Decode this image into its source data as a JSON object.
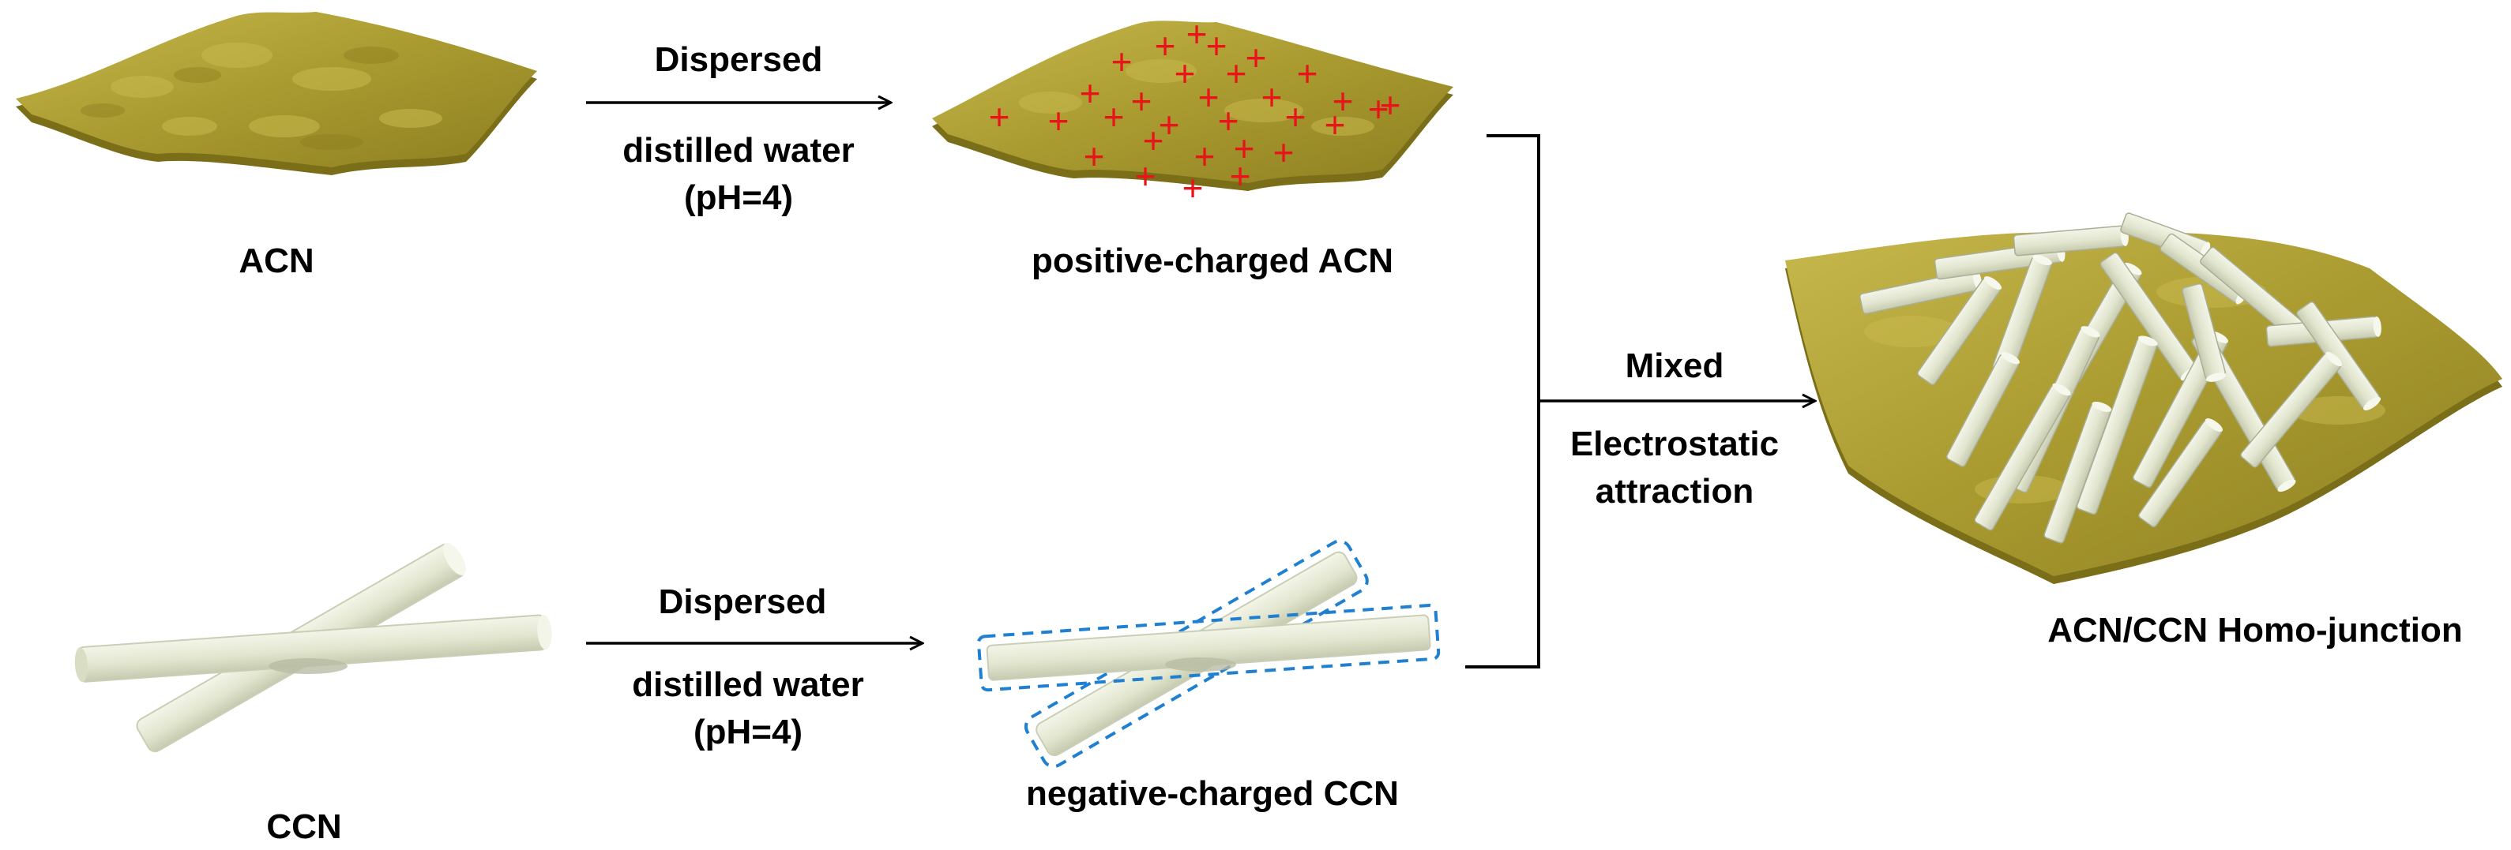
{
  "labels": {
    "acn": "ACN",
    "positive_acn": "positive-charged ACN",
    "ccn": "CCN",
    "negative_ccn": "negative-charged CCN",
    "homo_junction": "ACN/CCN Homo-junction"
  },
  "arrow_top": {
    "above": "Dispersed",
    "below_1": "distilled water",
    "below_2": "(pH=4)"
  },
  "arrow_bottom": {
    "above": "Dispersed",
    "below_1": "distilled water",
    "below_2": "(pH=4)"
  },
  "arrow_mix": {
    "above": "Mixed",
    "below_1": "Electrostatic",
    "below_2": "attraction"
  },
  "charge_symbol": "+",
  "colors": {
    "sheet": "#a99a30",
    "sheet_light": "#c9ba4e",
    "sheet_dark": "#7a6e18",
    "rod": "#e7ebd6",
    "rod_shade": "#b8bda4",
    "charge_plus": "#e8141a",
    "charge_dash": "#1f7fd1"
  }
}
